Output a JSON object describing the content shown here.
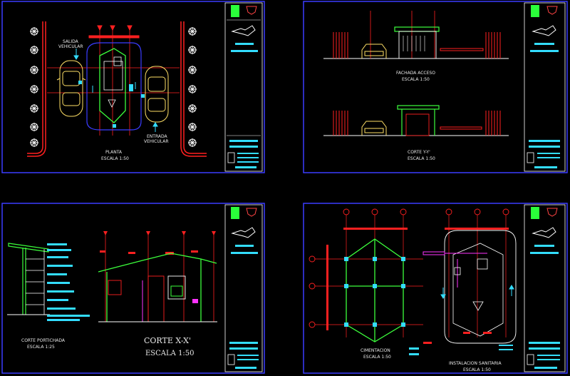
{
  "colors": {
    "frame": "#3a3cff",
    "red": "#ff2020",
    "green": "#3cff3c",
    "yellow": "#ffe066",
    "cyan": "#33ddff",
    "magenta": "#ff33ff",
    "white": "#ffffff",
    "blue": "#3a3cff",
    "background": "#000000"
  },
  "sheet1": {
    "label_salida_1": "SALIDA",
    "label_salida_2": "VEHICULAR",
    "label_entrada_1": "ENTRADA",
    "label_entrada_2": "VEHICULAR",
    "label_planta": "PLANTA",
    "label_escala": "ESCALA 1:50"
  },
  "sheet2": {
    "label_fachada": "FACHADA ACCESO",
    "label_fachada_escala": "ESCALA 1:50",
    "label_corte": "CORTE Y-Y'",
    "label_corte_escala": "ESCALA 1:50"
  },
  "sheet3": {
    "label_corte_porch": "CORTE PORTICHADA",
    "label_corte_porch_escala": "ESCALA 1:25",
    "label_corte_xx": "CORTE X-X'",
    "label_corte_xx_escala": "ESCALA 1:50"
  },
  "sheet4": {
    "label_cimentacion": "CIMENTACION",
    "label_cimentacion_escala": "ESCALA 1:50",
    "label_instalacion": "INSTALACION SANITARIA",
    "label_instalacion_escala": "ESCALA 1:50"
  }
}
